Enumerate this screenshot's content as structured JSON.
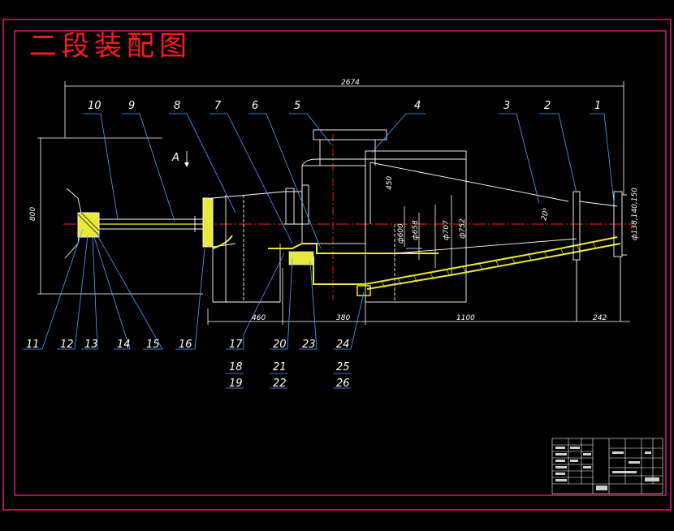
{
  "drawing": {
    "title": "二段装配图",
    "view_label": "A"
  },
  "dimensions": {
    "overall_length": "2674",
    "height": "800",
    "inner_450": "450",
    "d600": "ф600",
    "d658": "ф658",
    "d707": "ф707",
    "d752": "ф752",
    "angle": "20°",
    "nozzle_dia": "ф138,140,150",
    "len_460": "460",
    "len_380": "380",
    "len_1100": "1100",
    "len_242": "242"
  },
  "part_numbers": {
    "top": [
      "10",
      "9",
      "8",
      "7",
      "6",
      "5",
      "4",
      "3",
      "2",
      "1"
    ],
    "bottom_row1": [
      "11",
      "12",
      "13",
      "14",
      "15",
      "16",
      "17",
      "20",
      "23",
      "24"
    ],
    "bottom_row2": [
      "18",
      "21",
      "25"
    ],
    "bottom_row3": [
      "19",
      "22",
      "26"
    ]
  },
  "colors": {
    "background": "#000000",
    "frame": "#e0207a",
    "lines": "#ffffff",
    "dims": "#ffffff",
    "leaders": "#4aa8ff",
    "centerline": "#ff2020",
    "body_fill": "#e8e83a",
    "title": "#ff1a1a"
  }
}
